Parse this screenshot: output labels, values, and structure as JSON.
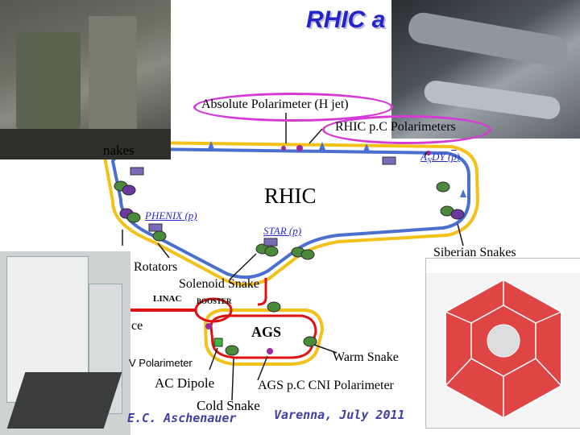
{
  "title": "RHIC a",
  "labels": {
    "hjet": "Absolute Polarimeter (H jet)",
    "pc": "RHIC p.C Polarimeters",
    "snakes_left": "nakes",
    "andy": "AN DY (p)",
    "rhic": "RHIC",
    "phenix": "PHENIX (p)",
    "star": "STAR (p)",
    "siberian": "Siberian Snakes",
    "rotators": "Rotators",
    "solenoid": "Solenoid Snake",
    "linac": "LINAC",
    "booster": "BOOSTER",
    "source": "ce",
    "ags": "AGS",
    "warm": "Warm Snake",
    "v_pol": "V Polarimeter",
    "ac_dipole": "AC Dipole",
    "ags_cni": "AGS p.C CNI Polarimeter",
    "cold": "Cold Snake",
    "author": "E.C. Aschenauer",
    "venue": "Varenna, July 2011"
  },
  "colors": {
    "title": "#2323c8",
    "yellow_ring": "#f2c21a",
    "blue_ring": "#4a6fcf",
    "red_line": "#e01010",
    "highlight_oval": "#d63ad6",
    "snake_purple": "#6a3aa0",
    "snake_green": "#4a8a3a"
  }
}
